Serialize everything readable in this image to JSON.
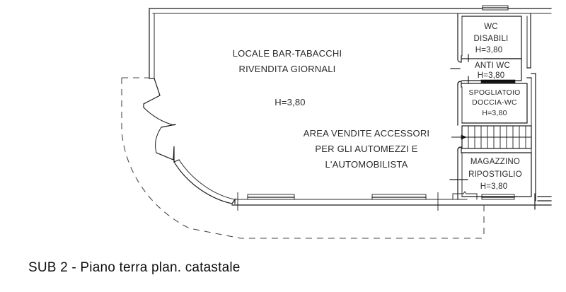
{
  "document": {
    "caption": "SUB 2 - Piano terra plan. catastale",
    "drawing_type": "architectural-floor-plan",
    "background_color": "#ffffff",
    "line_color": "#1a1a1a"
  },
  "rooms": [
    {
      "id": "locale-bar-tabacchi",
      "lines": [
        "LOCALE BAR-TABACCHI",
        "RIVENDITA GIORNALI"
      ],
      "line1": "LOCALE BAR-TABACCHI",
      "line2": "RIVENDITA GIORNALI",
      "height_label": "H=3,80"
    },
    {
      "id": "area-vendite",
      "line1": "AREA VENDITE ACCESSORI",
      "line2": "PER GLI AUTOMEZZI E",
      "line3": "L'AUTOMOBILISTA"
    },
    {
      "id": "wc-disabili",
      "line1": "WC",
      "line2": "DISABILI",
      "height_label": "H=3,80"
    },
    {
      "id": "anti-wc",
      "line1": "ANTI WC",
      "height_label": "H=3,80"
    },
    {
      "id": "spogliatoio",
      "line1": "SPOGLIATOIO",
      "line2": "DOCCIA-WC",
      "height_label": "H=3,80"
    },
    {
      "id": "magazzino",
      "line1": "MAGAZZINO",
      "line2": "RIPOSTIGLIO",
      "height_label": "H=3,80"
    }
  ],
  "labels": {
    "locale_l1": "LOCALE BAR-TABACCHI",
    "locale_l2": "RIVENDITA GIORNALI",
    "locale_h": "H=3,80",
    "area_l1": "AREA VENDITE ACCESSORI",
    "area_l2": "PER GLI AUTOMEZZI E",
    "area_l3": "L'AUTOMOBILISTA",
    "wc_l1": "WC",
    "wc_l2": "DISABILI",
    "wc_h": "H=3,80",
    "antiwc_l1": "ANTI WC",
    "antiwc_h": "H=3,80",
    "spog_l1": "SPOGLIATOIO",
    "spog_l2": "DOCCIA-WC",
    "spog_h": "H=3,80",
    "mag_l1": "MAGAZZINO",
    "mag_l2": "RIPOSTIGLIO",
    "mag_h": "H=3,80"
  }
}
